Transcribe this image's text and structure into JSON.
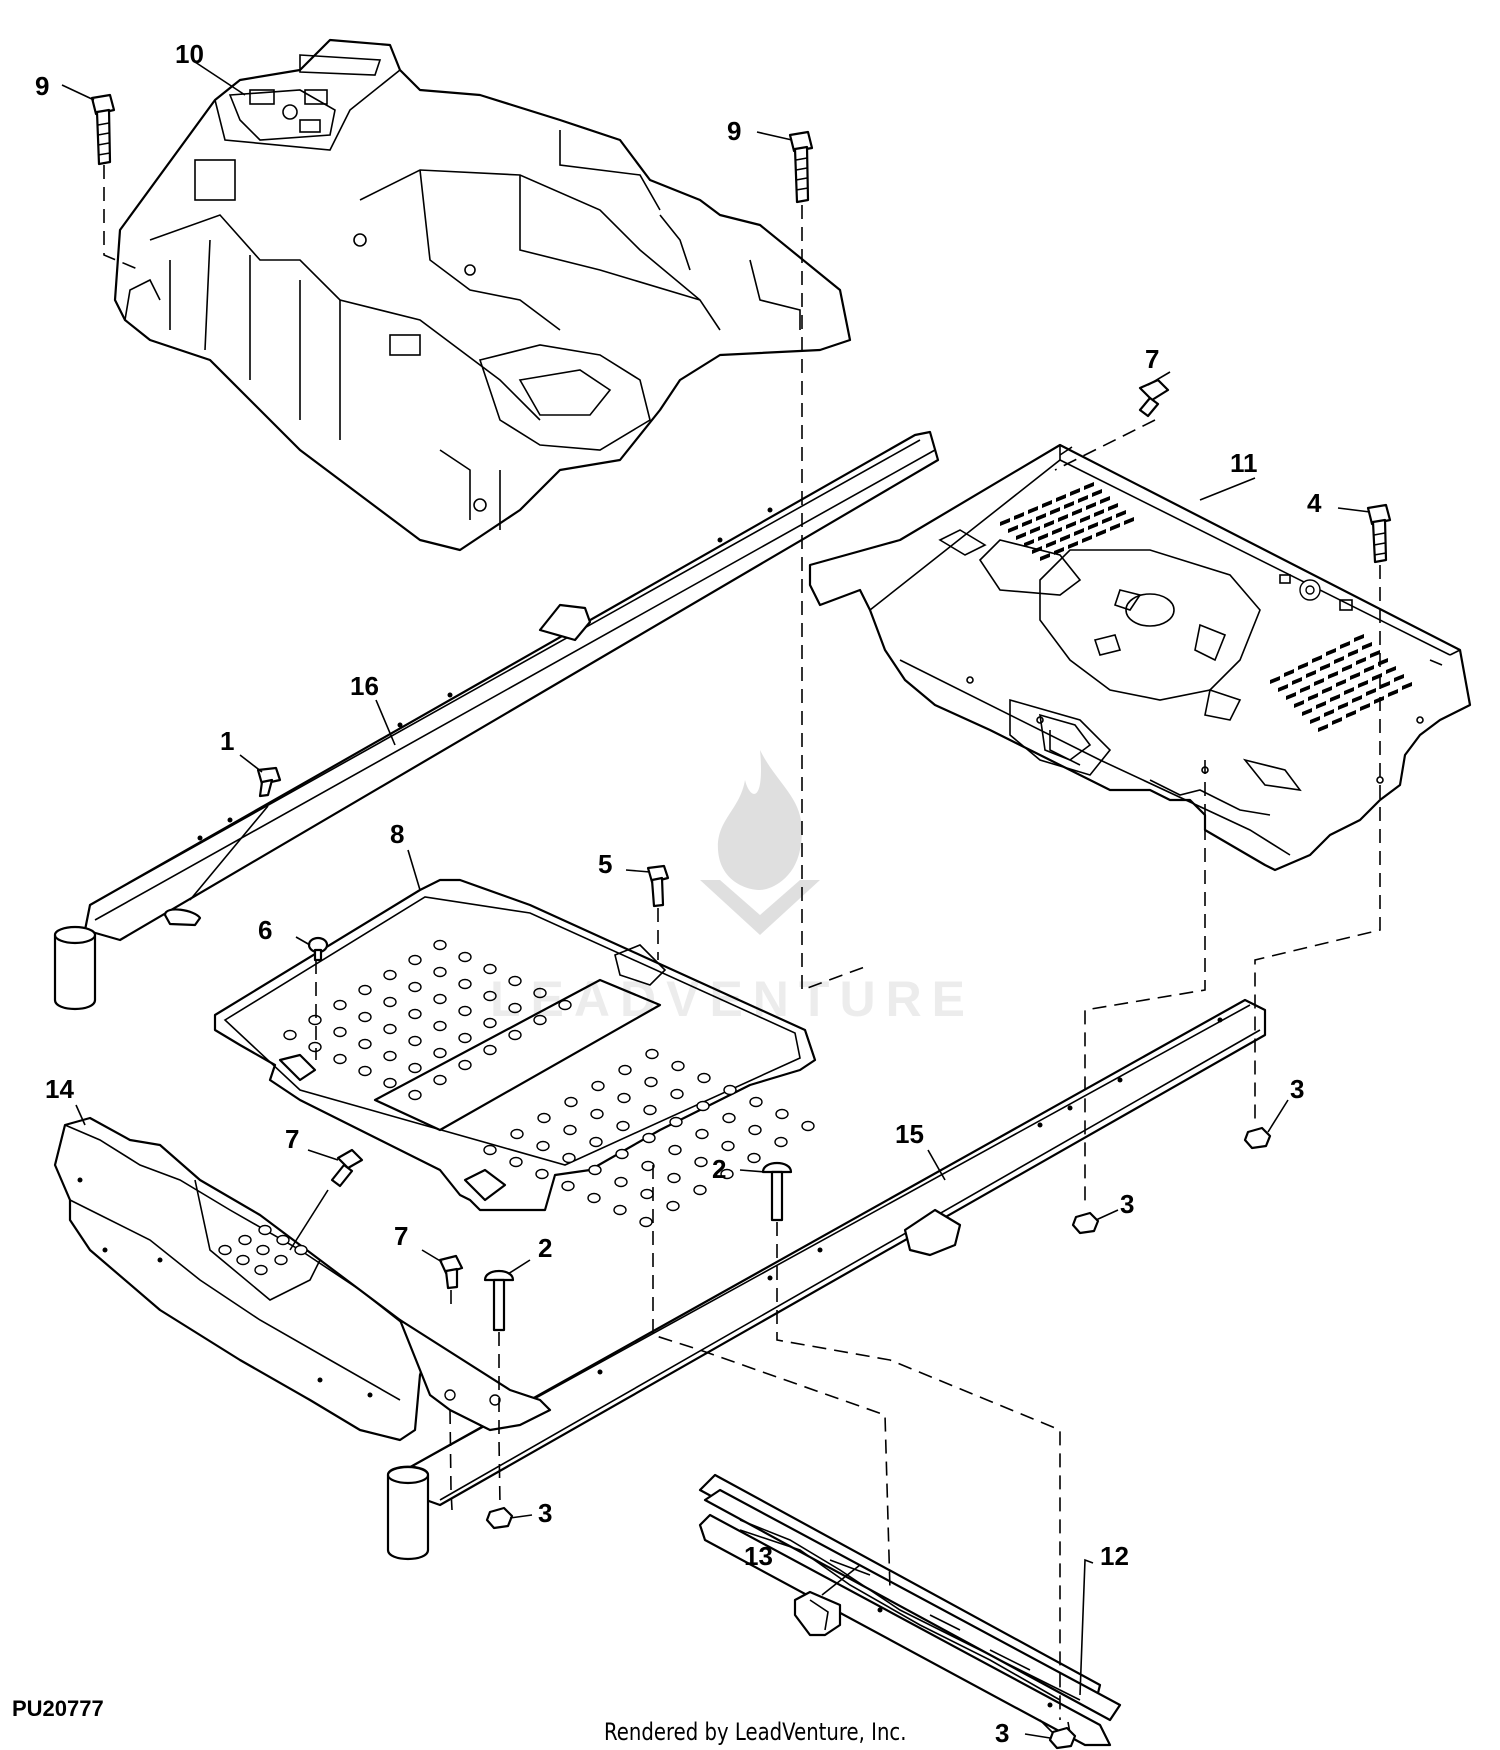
{
  "diagram": {
    "callouts": [
      {
        "key": "c10",
        "label": "10"
      },
      {
        "key": "c9a",
        "label": "9"
      },
      {
        "key": "c9b",
        "label": "9"
      },
      {
        "key": "c7a",
        "label": "7"
      },
      {
        "key": "c11",
        "label": "11"
      },
      {
        "key": "c4",
        "label": "4"
      },
      {
        "key": "c16",
        "label": "16"
      },
      {
        "key": "c1",
        "label": "1"
      },
      {
        "key": "c8",
        "label": "8"
      },
      {
        "key": "c6",
        "label": "6"
      },
      {
        "key": "c5",
        "label": "5"
      },
      {
        "key": "c14",
        "label": "14"
      },
      {
        "key": "c7b",
        "label": "7"
      },
      {
        "key": "c2a",
        "label": "2"
      },
      {
        "key": "c15",
        "label": "15"
      },
      {
        "key": "c3a",
        "label": "3"
      },
      {
        "key": "c3b",
        "label": "3"
      },
      {
        "key": "c7c",
        "label": "7"
      },
      {
        "key": "c2b",
        "label": "2"
      },
      {
        "key": "c3c",
        "label": "3"
      },
      {
        "key": "c13",
        "label": "13"
      },
      {
        "key": "c12",
        "label": "12"
      },
      {
        "key": "c3d",
        "label": "3"
      }
    ],
    "figure_code": "PU20777",
    "credit": "Rendered by LeadVenture, Inc.",
    "watermark": "LEADVENTURE"
  }
}
